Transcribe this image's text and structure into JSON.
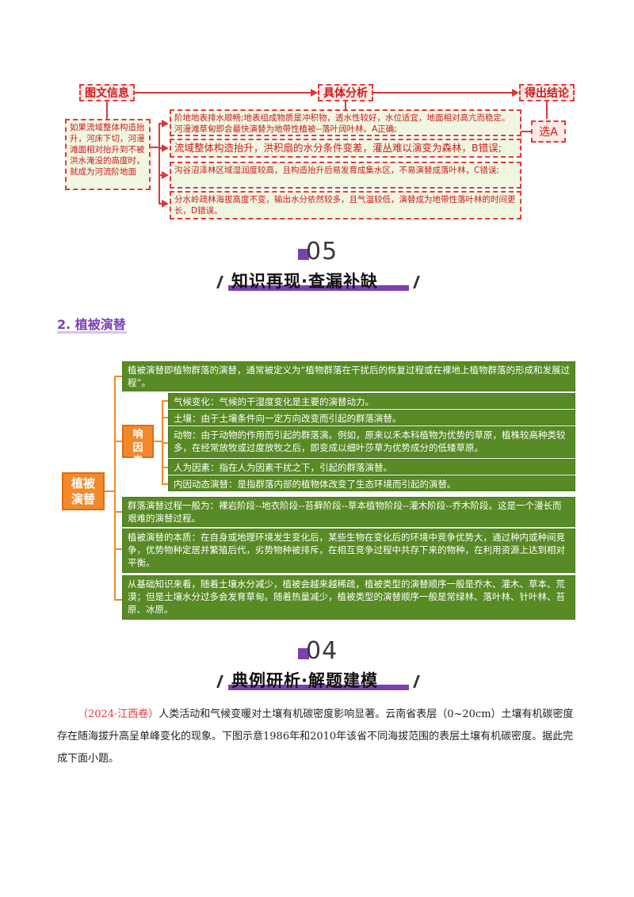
{
  "flow": {
    "header_info": "图文信息",
    "header_analysis": "具体分析",
    "header_conclusion": "得出结论",
    "info_text": "如果流域整体构造抬升，河床下切，河漫滩面相对抬升到不被洪水淹没的高度时，就成为河流阶地面",
    "analysis_a": "阶地地表排水顺畅;地表组成物质是冲积物，透水性较好，水位适宜，地面相对高亢而稳定。河漫滩草甸即会最快演替为地带性植被--落叶阔叶林。A正确;",
    "analysis_b": "流域整体构造抬升，洪积扇的水分条件变差，灌丛难以演变为森林，B错误;",
    "analysis_c": "沟谷沼泽林区域湿润度较高，且构造抬升后易发育成集水区，不易演替成落叶林，C错误;",
    "analysis_d": "分水岭疏林海拔高度不变，输出水分依然较多，且气温较低，演替成为地带性落叶林的时间更长，D错误。",
    "conclusion": "选A"
  },
  "section5": {
    "number": "05",
    "title": "知识再现·查漏补缺"
  },
  "subheading": "2. 植被演替",
  "mindmap": {
    "root": "植被演替",
    "definition": "植被演替即植物群落的演替，通常被定义为“植物群落在干扰后的恢复过程或在裸地上植物群落的形成和发展过程”。",
    "influence_label": "影响因素",
    "factors": [
      "气候变化：气候的干湿度变化是主要的演替动力。",
      "土壤：由于土壤条件向一定方向改变而引起的群落演替。",
      "动物：由于动物的作用而引起的群落演。例如，原来以禾本科植物为优势的草原，植株较高种类较多，在经常放牧或过度放牧之后，即变成以细叶莎草为优势成分的低矮草原。",
      "人为因素：指在人为因素干扰之下，引起的群落演替。",
      "内因动态演替：是指群落内部的植物体改变了生态环境而引起的演替。"
    ],
    "process": "群落演替过程一般为：裸岩阶段--地衣阶段--苔藓阶段--草本植物阶段--灌木阶段--乔木阶段。这是一个漫长而艰难的演替过程。",
    "essence": "植被演替的本质：在自身或地理环境发生变化后，某些生物在变化后的环境中竞争优势大，通过种内或种间竞争，优势物种定居并繁殖后代，劣势物种被排斥，在相互竞争过程中共存下来的物种，在利用资源上达到相对平衡。",
    "basic": "从基础知识来看，随着土壤水分减少，植被会越来越稀疏，植被类型的演替顺序一般是乔木、灌木、草本、荒漠；但是土壤水分过多会发育草甸。随着热量减少，植被类型的演替顺序一般是常绿林、落叶林、针叶林、苔原、冰原。"
  },
  "section4": {
    "number": "04",
    "title": "典例研析·解题建模"
  },
  "example": {
    "source": "（2024·江西卷）",
    "text": "人类活动和气候变暖对土壤有机碳密度影响显著。云南省表层（0~20cm）土壤有机碳密度存在随海拔升高呈单峰变化的现象。下图示意1986年和2010年该省不同海拔范围的表层土壤有机碳密度。据此完成下面小题。"
  },
  "colors": {
    "red": "#e23b3b",
    "green": "#588a25",
    "orange": "#f08a2c",
    "purple": "#7b3fb4"
  }
}
